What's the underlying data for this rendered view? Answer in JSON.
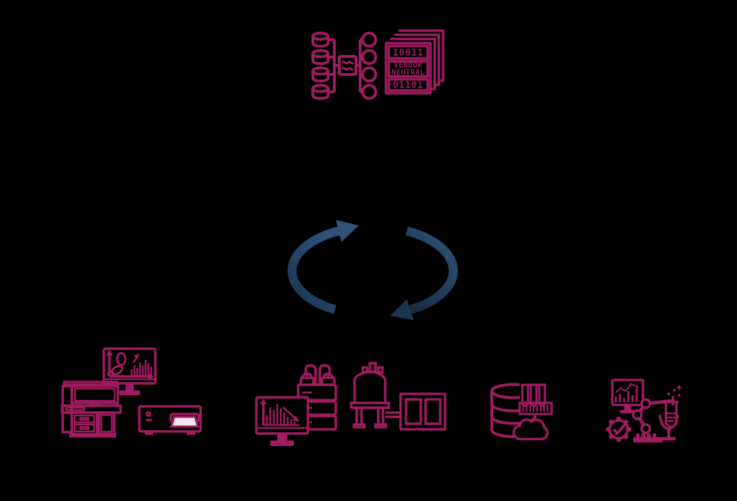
{
  "colors": {
    "background": "#000000",
    "accent_magenta": "#a01b61",
    "arrow_navy_dark": "#1b3350",
    "arrow_navy_light": "#2e5278",
    "paper_white": "#f0e6ee"
  },
  "diagram": {
    "top": {
      "data_mapping": {
        "icon": "data-format-mapping-icon"
      },
      "vendor_stack": {
        "icon": "vendor-neutral-files-icon",
        "lines": [
          "10011",
          "VENDOR",
          "NEUTRAL",
          "01101"
        ]
      }
    },
    "center": {
      "icon": "sync-cycle-arrows-icon"
    },
    "bottom_groups": [
      {
        "name": "acquisition-instruments",
        "icons": [
          "molecule-spectrum-monitor-icon",
          "lab-bench-hood-icon",
          "benchtop-analyzer-printer-icon"
        ]
      },
      {
        "name": "chromatography-bioprocess",
        "icons": [
          "chromatogram-monitor-icon",
          "hplc-module-stack-icon",
          "bioreactor-tank-icon",
          "control-cabinet-icon"
        ]
      },
      {
        "name": "sample-data-storage",
        "icons": [
          "database-cylinder-icon",
          "test-tube-rack-icon",
          "cloud-icon"
        ]
      },
      {
        "name": "automated-analytics",
        "icons": [
          "bar-chart-monitor-icon",
          "gear-checkmark-icon",
          "robot-arm-icon",
          "test-tube-goblet-icon"
        ]
      }
    ]
  }
}
